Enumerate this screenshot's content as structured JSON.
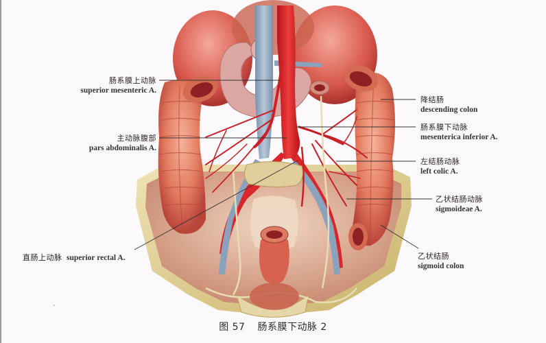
{
  "figure": {
    "caption_number": "图 57",
    "caption_title": "肠系膜下动脉 2"
  },
  "labels": {
    "superior_mesenteric": {
      "zh": "肠系膜上动脉",
      "en": "superior mesenteric A."
    },
    "pars_abdominalis": {
      "zh": "主动脉腹部",
      "en": "pars abdominalis A."
    },
    "superior_rectal": {
      "zh": "直肠上动脉",
      "en": "superior rectal A."
    },
    "descending_colon": {
      "zh": "降结肠",
      "en": "descending colon"
    },
    "mesenterica_inferior": {
      "zh": "肠系膜下动脉",
      "en": "mesenterica inferior A."
    },
    "left_colic": {
      "zh": "左结肠动脉",
      "en": "left colic A."
    },
    "sigmoideae": {
      "zh": "乙状结肠动脉",
      "en": "sigmoideae A."
    },
    "sigmoid_colon": {
      "zh": "乙状结肠",
      "en": "sigmoid colon"
    }
  },
  "colors": {
    "background": "#fbf9fc",
    "artery": "#d8262a",
    "vein": "#8ea6bf",
    "colon": "#e0745a",
    "colon_light": "#f0a58c",
    "bone": "#e8d9a0",
    "leader_line": "#333333"
  }
}
